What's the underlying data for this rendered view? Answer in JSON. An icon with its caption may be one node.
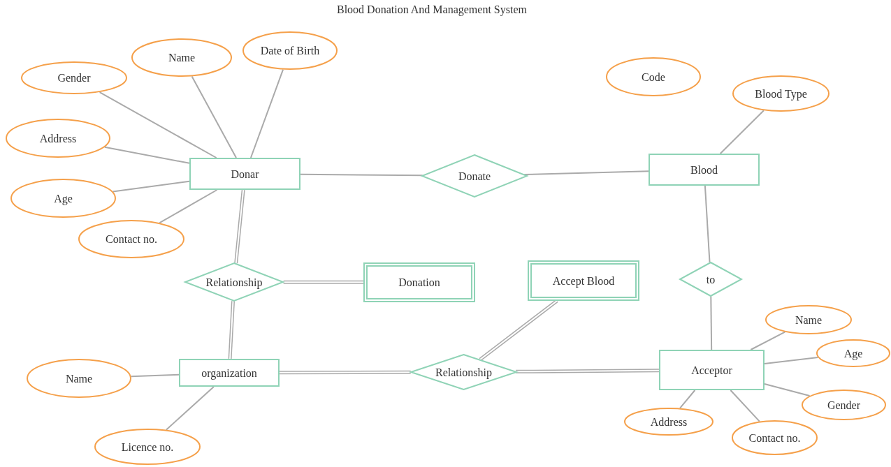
{
  "diagram": {
    "title": "Blood Donation And Management System",
    "nodes": [
      {
        "text": [
          "Gender"
        ]
      },
      {
        "text": [
          "Name"
        ]
      },
      {
        "text": [
          "Date of Birth"
        ]
      },
      {
        "text": [
          "Address"
        ]
      },
      {
        "text": [
          "Age"
        ]
      },
      {
        "text": [
          "Contact no."
        ]
      },
      {
        "text": [
          "Donar"
        ]
      },
      {
        "text": [
          "Donate"
        ]
      },
      {
        "text": [
          "Code"
        ]
      },
      {
        "text": [
          "Blood Type"
        ]
      },
      {
        "text": [
          "Blood"
        ]
      },
      {
        "text": [
          "Relationship"
        ]
      },
      {
        "text": [
          "Donation"
        ]
      },
      {
        "text": [
          "Accept Blood"
        ]
      },
      {
        "text": [
          "to"
        ]
      },
      {
        "text": [
          "Name"
        ]
      },
      {
        "text": [
          "Age"
        ]
      },
      {
        "text": [
          "Name"
        ]
      },
      {
        "text": [
          "organization"
        ]
      },
      {
        "text": [
          "Relationship"
        ]
      },
      {
        "text": [
          "Acceptor"
        ]
      },
      {
        "text": [
          "Gender"
        ]
      },
      {
        "text": [
          "Address"
        ]
      },
      {
        "text": [
          "Contact no."
        ]
      },
      {
        "text": [
          "Licence no."
        ]
      }
    ],
    "edges": [
      {
        "from": 0,
        "to": 6,
        "arrow": "none"
      },
      {
        "from": 1,
        "to": 6,
        "arrow": "none"
      },
      {
        "from": 2,
        "to": 6,
        "arrow": "none"
      },
      {
        "from": 3,
        "to": 6,
        "arrow": "none"
      },
      {
        "from": 4,
        "to": 6,
        "arrow": "none"
      },
      {
        "from": 5,
        "to": 6,
        "arrow": "none"
      },
      {
        "from": 6,
        "to": 7,
        "arrow": "none"
      },
      {
        "from": 7,
        "to": 10,
        "arrow": "none"
      },
      {
        "from": 9,
        "to": 10,
        "arrow": "none"
      },
      {
        "from": 10,
        "to": 14,
        "arrow": "none"
      },
      {
        "from": 14,
        "to": 20,
        "arrow": "none"
      },
      {
        "from": 6,
        "to": 11,
        "arrow": "none",
        "style": "thick"
      },
      {
        "from": 11,
        "to": 12,
        "arrow": "none",
        "style": "thick"
      },
      {
        "from": 11,
        "to": 18,
        "arrow": "none",
        "style": "thick"
      },
      {
        "from": 17,
        "to": 18,
        "arrow": "none"
      },
      {
        "from": 24,
        "to": 18,
        "arrow": "none"
      },
      {
        "from": 18,
        "to": 19,
        "arrow": "none",
        "style": "thick"
      },
      {
        "from": 19,
        "to": 20,
        "arrow": "none",
        "style": "thick"
      },
      {
        "from": 19,
        "to": 13,
        "arrow": "none",
        "style": "thick"
      },
      {
        "from": 15,
        "to": 20,
        "arrow": "none"
      },
      {
        "from": 16,
        "to": 20,
        "arrow": "none"
      },
      {
        "from": 21,
        "to": 20,
        "arrow": "none"
      },
      {
        "from": 22,
        "to": 20,
        "arrow": "none"
      },
      {
        "from": 23,
        "to": 20,
        "arrow": "none"
      }
    ]
  }
}
